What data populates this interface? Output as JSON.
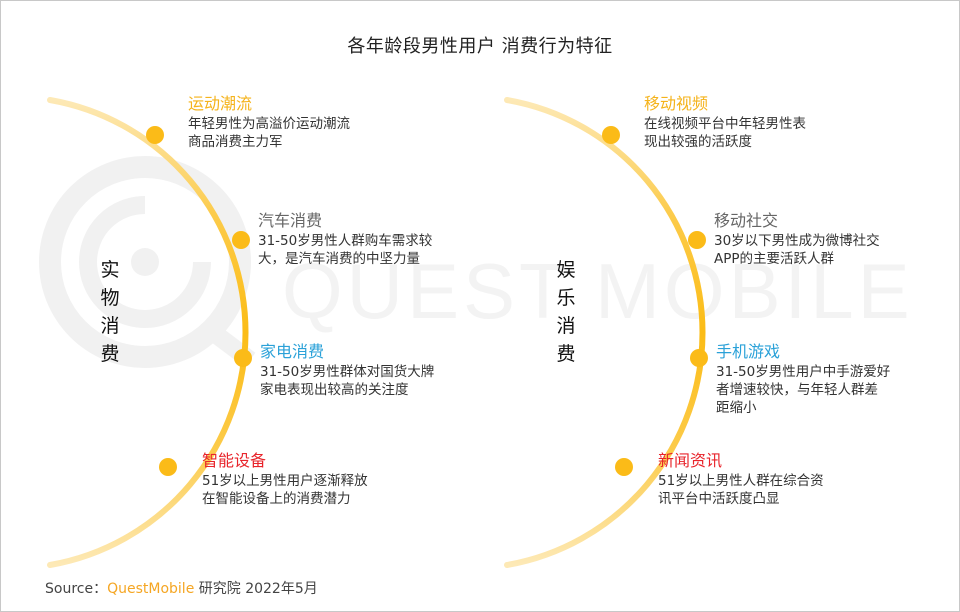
{
  "title": "各年龄段男性用户 消费行为特征",
  "colors": {
    "arc": "#fbbf1a",
    "dot": "#fbbb18",
    "yellow_head": "#f5b31b",
    "gray_head": "#666666",
    "blue_head": "#2aa1d8",
    "red_head": "#e8242b",
    "watermark": "#f2f2f2"
  },
  "watermark": "QUEST MOBILE",
  "left": {
    "label": [
      "实",
      "物",
      "消",
      "费"
    ],
    "items": [
      {
        "head": "运动潮流",
        "color": "yellow",
        "desc": "年轻男性为高溢价运动潮流\n商品消费主力军"
      },
      {
        "head": "汽车消费",
        "color": "gray",
        "desc": "31-50岁男性人群购车需求较\n大，是汽车消费的中坚力量"
      },
      {
        "head": "家电消费",
        "color": "blue",
        "desc": "31-50岁男性群体对国货大牌\n家电表现出较高的关注度"
      },
      {
        "head": "智能设备",
        "color": "red",
        "desc": "51岁以上男性用户逐渐释放\n在智能设备上的消费潜力"
      }
    ]
  },
  "right": {
    "label": [
      "娱",
      "乐",
      "消",
      "费"
    ],
    "items": [
      {
        "head": "移动视频",
        "color": "yellow",
        "desc": "在线视频平台中年轻男性表\n现出较强的活跃度"
      },
      {
        "head": "移动社交",
        "color": "gray",
        "desc": "30岁以下男性成为微博社交\nAPP的主要活跃人群"
      },
      {
        "head": "手机游戏",
        "color": "blue",
        "desc": "31-50岁男性用户中手游爱好\n者增速较快，与年轻人群差\n距缩小"
      },
      {
        "head": "新闻资讯",
        "color": "red",
        "desc": "51岁以上男性人群在综合资\n讯平台中活跃度凸显"
      }
    ]
  },
  "source": {
    "prefix": "Source：",
    "brand": "QuestMobile",
    "suffix": " 研究院 2022年5月"
  }
}
